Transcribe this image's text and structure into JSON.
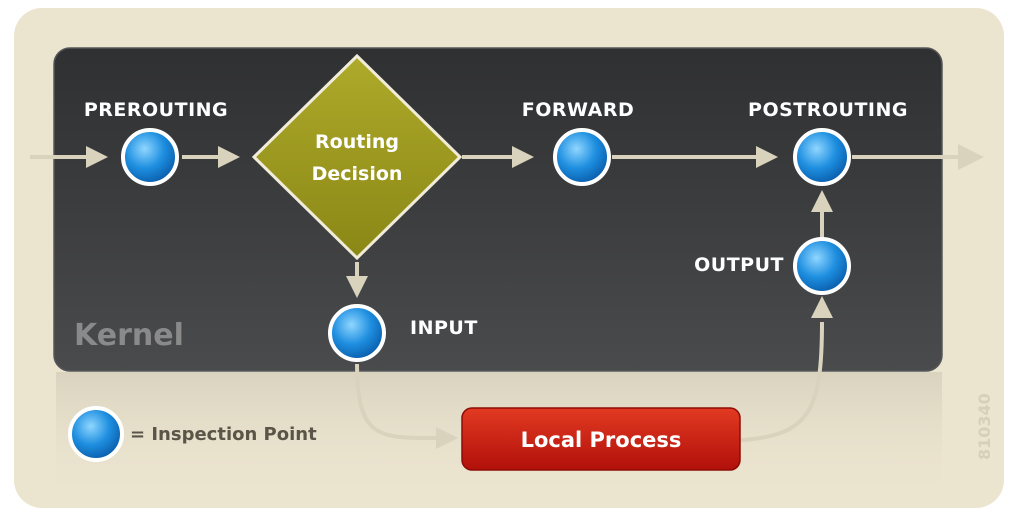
{
  "kernel_label": "Kernel",
  "hooks": {
    "prerouting": "PREROUTING",
    "forward": "FORWARD",
    "postrouting": "POSTROUTING",
    "output": "OUTPUT",
    "input": "INPUT"
  },
  "routing_decision": [
    "Routing",
    "Decision"
  ],
  "local_process": "Local Process",
  "legend_text": "= Inspection Point",
  "reference_id": "810340",
  "colors": {
    "frame": "#ebe4cf",
    "kernel_box": "#3a3b3d",
    "diamond": "#9c9a1f",
    "local_process": "#c8170f",
    "inspection_point": "#1f8fe0",
    "arrow": "#d9d2bd"
  }
}
